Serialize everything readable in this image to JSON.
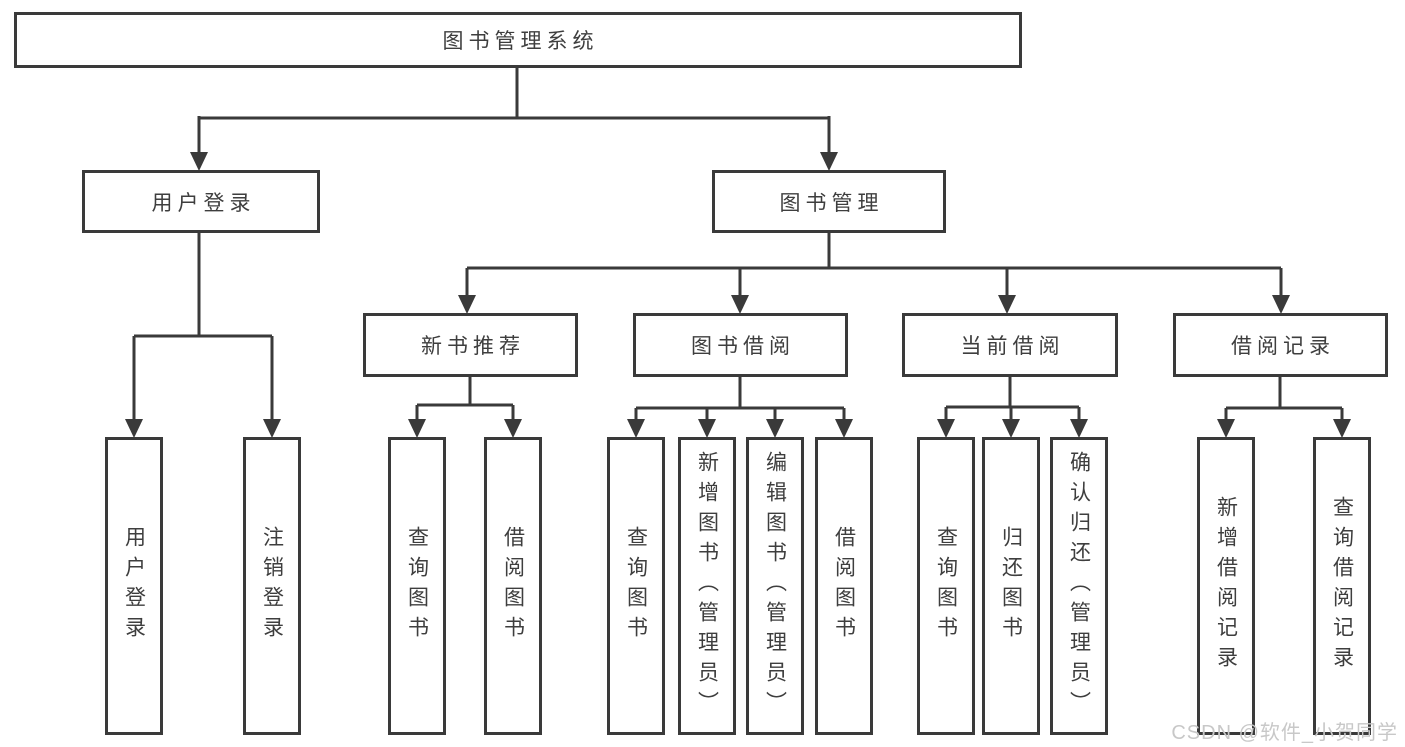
{
  "diagram": {
    "title": "图书管理系统",
    "root": {
      "label": "图书管理系统"
    },
    "branches": {
      "user_login": {
        "label": "用户登录"
      },
      "book_management": {
        "label": "图书管理"
      }
    },
    "modules": [
      {
        "label": "新书推荐"
      },
      {
        "label": "图书借阅"
      },
      {
        "label": "当前借阅"
      },
      {
        "label": "借阅记录"
      }
    ],
    "leaves": [
      {
        "label": "用户登录",
        "parent": "用户登录"
      },
      {
        "label": "注销登录",
        "parent": "用户登录"
      },
      {
        "label": "查询图书",
        "parent": "新书推荐"
      },
      {
        "label": "借阅图书",
        "parent": "新书推荐"
      },
      {
        "label": "查询图书",
        "parent": "图书借阅"
      },
      {
        "label": "新增图书（管理员）",
        "parent": "图书借阅"
      },
      {
        "label": "编辑图书（管理员）",
        "parent": "图书借阅"
      },
      {
        "label": "借阅图书",
        "parent": "图书借阅"
      },
      {
        "label": "查询图书",
        "parent": "当前借阅"
      },
      {
        "label": "归还图书",
        "parent": "当前借阅"
      },
      {
        "label": "确认归还（管理员）",
        "parent": "当前借阅"
      },
      {
        "label": "新增借阅记录",
        "parent": "借阅记录"
      },
      {
        "label": "查询借阅记录",
        "parent": "借阅记录"
      }
    ]
  },
  "watermark": {
    "text": "CSDN @软件_小贺同学"
  },
  "colors": {
    "line": "#3a3a3a",
    "border": "#3a3a3a",
    "text": "#3e3e3e",
    "background": "#ffffff",
    "watermark": "#c8c8c8"
  }
}
